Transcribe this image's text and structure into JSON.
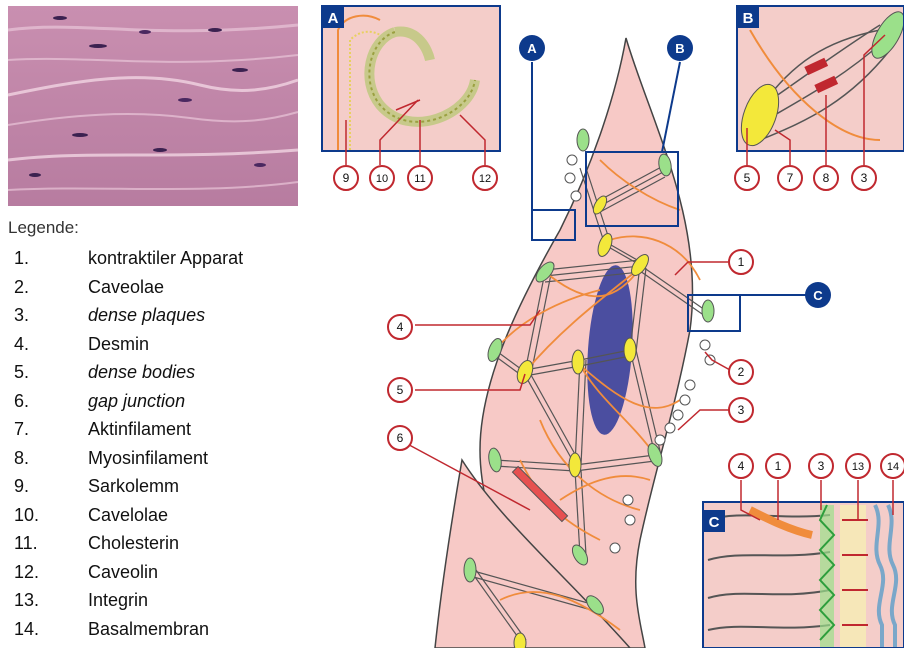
{
  "legend": {
    "title": "Legende:",
    "items": [
      {
        "num": "1.",
        "text": "kontraktiler Apparat",
        "italic": false
      },
      {
        "num": "2.",
        "text": "Caveolae",
        "italic": false
      },
      {
        "num": "3.",
        "text": "dense plaques",
        "italic": true
      },
      {
        "num": "4.",
        "text": "Desmin",
        "italic": false
      },
      {
        "num": "5.",
        "text": "dense bodies",
        "italic": true
      },
      {
        "num": "6.",
        "text": "gap junction",
        "italic": true
      },
      {
        "num": "7.",
        "text": "Aktinfilament",
        "italic": false
      },
      {
        "num": "8.",
        "text": "Myosinfilament",
        "italic": false
      },
      {
        "num": "9.",
        "text": "Sarkolemm",
        "italic": false
      },
      {
        "num": "10.",
        "text": "Cavelolae",
        "italic": false
      },
      {
        "num": "11.",
        "text": "Cholesterin",
        "italic": false
      },
      {
        "num": "12.",
        "text": "Caveolin",
        "italic": false
      },
      {
        "num": "13.",
        "text": "Integrin",
        "italic": false
      },
      {
        "num": "14.",
        "text": "Basalmembran",
        "italic": false
      }
    ]
  },
  "markers": {
    "a": "A",
    "b": "B",
    "c": "C"
  },
  "callouts": {
    "c1": "1",
    "c2": "2",
    "c3": "3",
    "c4": "4",
    "c5": "5",
    "c6": "6",
    "c7": "7",
    "c8": "8",
    "c9": "9",
    "c10": "10",
    "c11": "11",
    "c12": "12",
    "c13": "13",
    "c14": "14"
  },
  "colors": {
    "cell_fill": "#f7c9c6",
    "panel_fill": "#f4cdc9",
    "frame_blue": "#0d3a8c",
    "callout_red": "#c0282f",
    "dense_body": "#f3e83a",
    "plaque": "#9be08a",
    "desmin": "#f08c3c",
    "nucleus": "#4b4ea0",
    "filament": "#555555"
  }
}
